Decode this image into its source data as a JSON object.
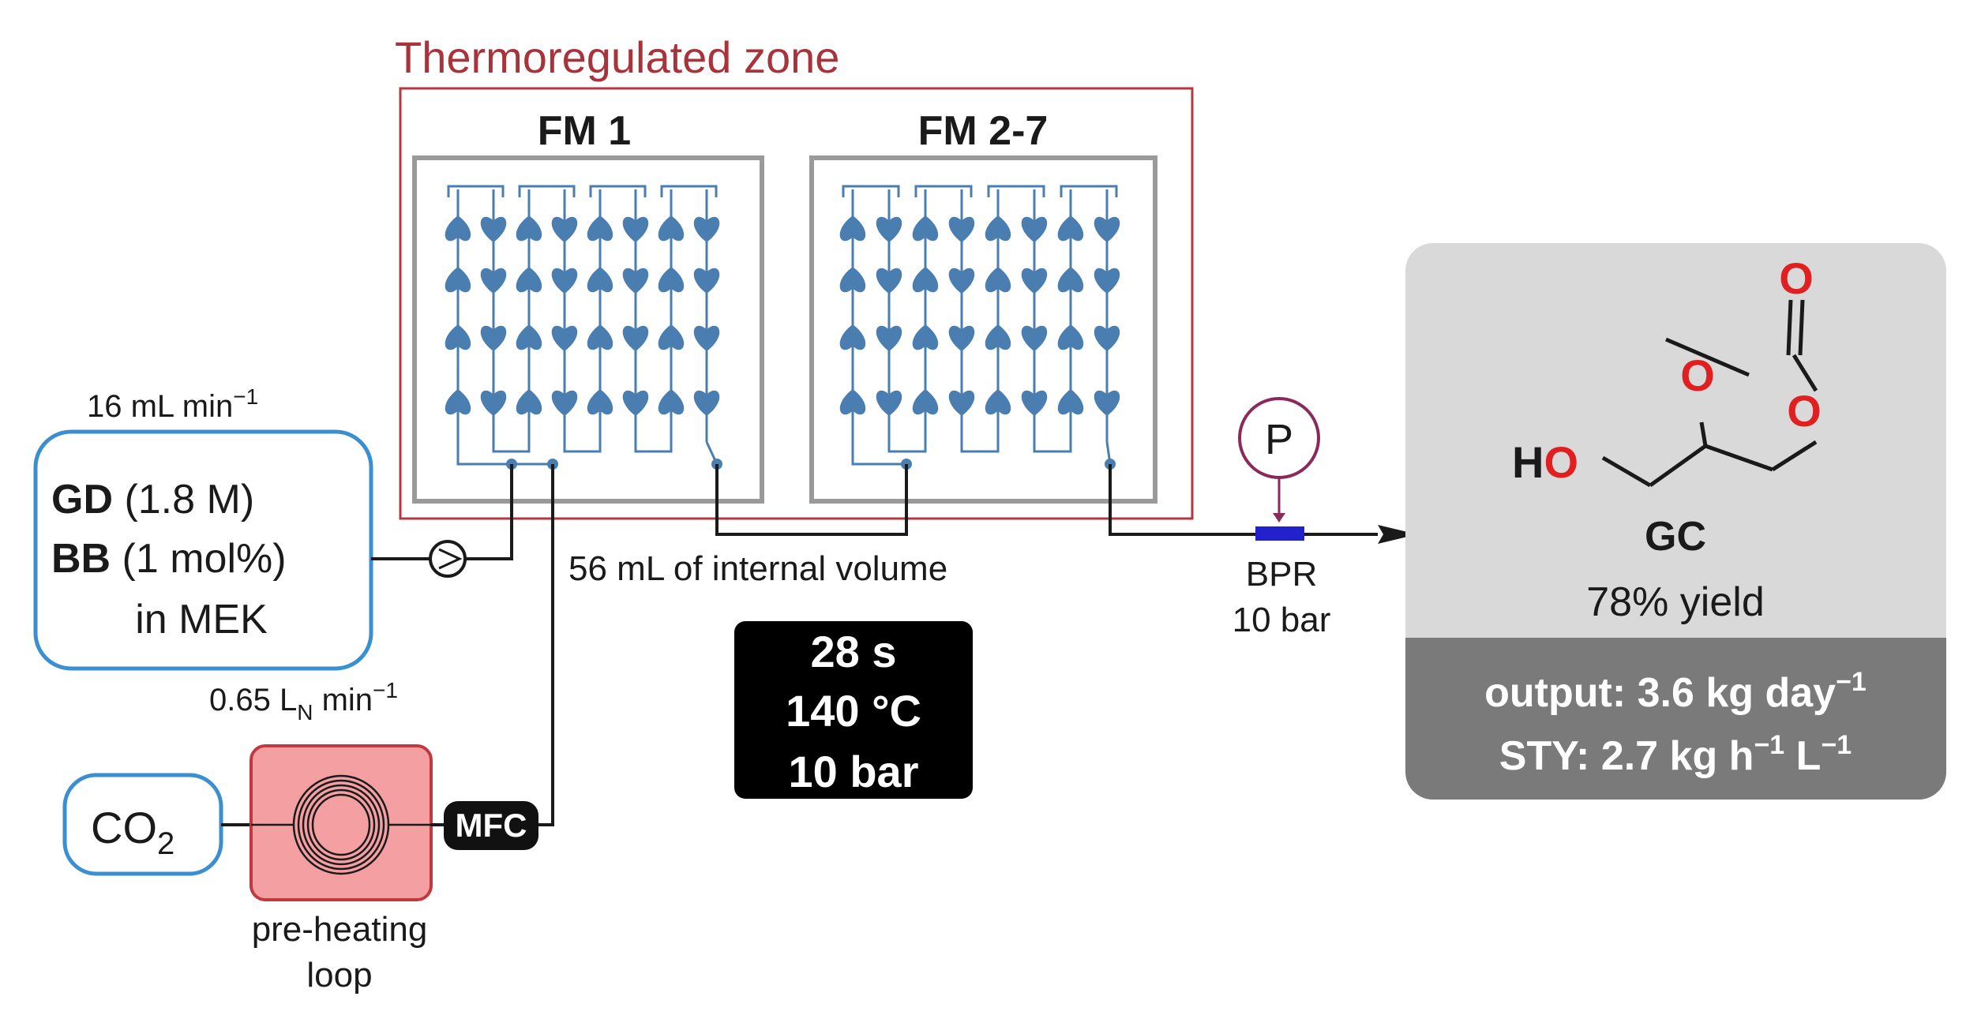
{
  "zone": {
    "title": "Thermoregulated zone"
  },
  "modules": {
    "fm1_label": "FM 1",
    "fm2_label": "FM 2-7"
  },
  "feed": {
    "flow": "16 mL min",
    "flow_exp": "−1",
    "line1_bold": "GD",
    "line1_rest": " (1.8 M)",
    "line2_bold": "BB",
    "line2_rest": " (1 mol%)",
    "line3": "in MEK"
  },
  "gas": {
    "flow_prefix": "0.65 L",
    "flow_sub": "N",
    "flow_suffix": " min",
    "flow_exp": "−1",
    "source": "CO",
    "source_sub": "2",
    "mfc": "MFC",
    "preheat_line1": "pre-heating",
    "preheat_line2": "loop"
  },
  "reactor": {
    "volume": "56 mL of internal volume"
  },
  "conditions": {
    "time": "28 s",
    "temperature": "140 °C",
    "pressure": "10 bar"
  },
  "bpr": {
    "gauge": "P",
    "label": "BPR",
    "pressure": "10 bar"
  },
  "product": {
    "atom_o_top": "O",
    "atom_o_left": "O",
    "atom_o_right": "O",
    "atom_h": "H",
    "atom_o_ho": "O",
    "name": "GC",
    "yield": "78% yield",
    "output_prefix": "output: 3.6 kg day",
    "output_exp": "−1",
    "sty_prefix": "STY: 2.7 kg h",
    "sty_exp1": "−1",
    "sty_mid": " L",
    "sty_exp2": "−1"
  },
  "colors": {
    "zone_border": "#b5373f",
    "zone_title": "#a8333a",
    "module_border": "#9a9a9a",
    "channel": "#4a7db0",
    "feed_border": "#3a8fd0",
    "preheat_fill": "#f4a0a3",
    "preheat_border": "#c0393f",
    "bpr_blue": "#2222cc",
    "gauge": "#8a2a5a",
    "product_panel": "#d9d9d9",
    "product_band": "#7a7a7a",
    "oxygen_red": "#e02020"
  }
}
